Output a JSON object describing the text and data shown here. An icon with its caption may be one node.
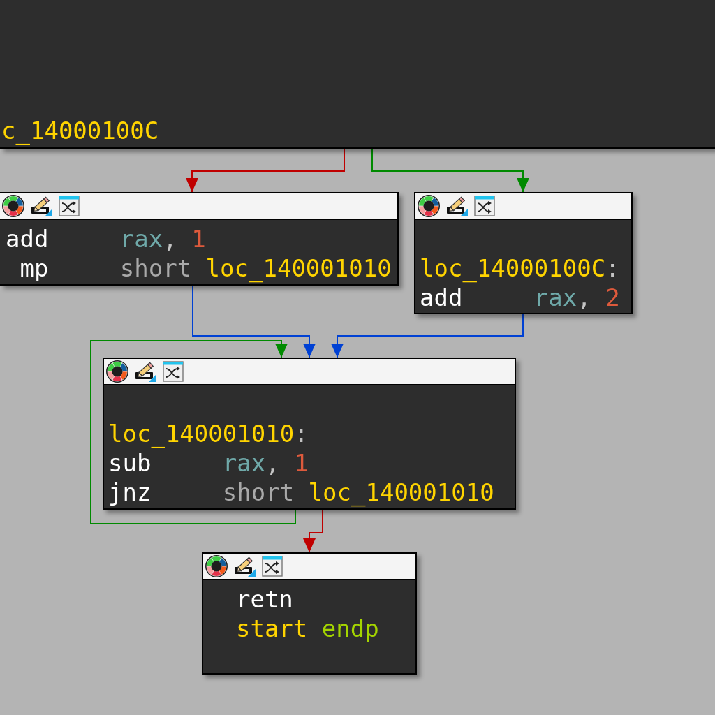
{
  "diagram": {
    "nodes": [
      {
        "text": [
          "c_14000100C"
        ]
      },
      {
        "text": [
          "add rax, 1",
          "mp short loc_140001010"
        ]
      },
      {
        "text": [
          "loc_14000100C:",
          "add rax, 2"
        ]
      },
      {
        "text": [
          "loc_140001010:",
          "sub rax, 1",
          "jnz short loc_140001010"
        ]
      },
      {
        "text": [
          "retn",
          "start endp"
        ]
      }
    ],
    "edges": [
      {
        "from": 0,
        "to": 1,
        "arrow": "to",
        "color": "#c00000"
      },
      {
        "from": 0,
        "to": 2,
        "arrow": "to",
        "color": "#008a00"
      },
      {
        "from": 1,
        "to": 3,
        "arrow": "to",
        "color": "#0041d4"
      },
      {
        "from": 2,
        "to": 3,
        "arrow": "to",
        "color": "#0041d4"
      },
      {
        "from": 3,
        "to": 3,
        "arrow": "to",
        "color": "#008a00"
      },
      {
        "from": 3,
        "to": 4,
        "arrow": "to",
        "color": "#c00000"
      }
    ]
  }
}
